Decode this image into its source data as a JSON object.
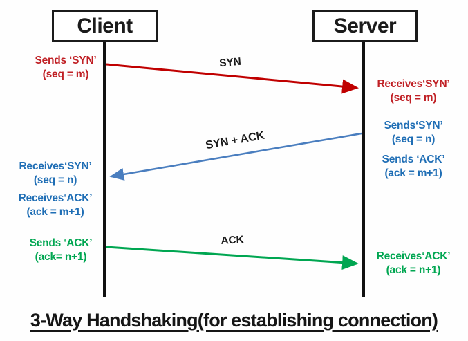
{
  "title": "3-Way Handshaking(for establishing connection)",
  "actors": [
    {
      "id": "client",
      "label": "Client"
    },
    {
      "id": "server",
      "label": "Server"
    }
  ],
  "messages": [
    {
      "id": "syn",
      "label": "SYN",
      "from": "client",
      "to": "server",
      "color": "#c00000"
    },
    {
      "id": "syn-ack",
      "label": "SYN + ACK",
      "from": "server",
      "to": "client",
      "color": "#4a7ebf"
    },
    {
      "id": "ack",
      "label": "ACK",
      "from": "client",
      "to": "server",
      "color": "#00a651"
    }
  ],
  "annotations": {
    "client_sends_syn": {
      "line1": "Sends ‘SYN’",
      "line2": "(seq = m)",
      "color": "#c02025"
    },
    "server_receives_syn": {
      "line1": "Receives‘SYN’",
      "line2": "(seq = m)",
      "color": "#c02025"
    },
    "server_sends_syn": {
      "line1": "Sends‘SYN’",
      "line2": "(seq = n)",
      "color": "#1f6eb5"
    },
    "server_sends_ack": {
      "line1": "Sends ‘ACK’",
      "line2": "(ack = m+1)",
      "color": "#1f6eb5"
    },
    "client_receives_syn": {
      "line1": "Receives‘SYN’",
      "line2": "(seq = n)",
      "color": "#1f6eb5"
    },
    "client_receives_ack": {
      "line1": "Receives‘ACK’",
      "line2": "(ack = m+1)",
      "color": "#1f6eb5"
    },
    "client_sends_ack": {
      "line1": "Sends ‘ACK’",
      "line2": "(ack= n+1)",
      "color": "#00a651"
    },
    "server_receives_ack": {
      "line1": "Receives‘ACK’",
      "line2": "(ack = n+1)",
      "color": "#00a651"
    }
  },
  "colors": {
    "arrow_red": "#c00000",
    "arrow_blue": "#4a7ebf",
    "arrow_green": "#00a651",
    "text_red": "#c02025",
    "text_blue": "#1f6eb5",
    "text_green": "#00a651",
    "lifeline_black": "#111111"
  }
}
